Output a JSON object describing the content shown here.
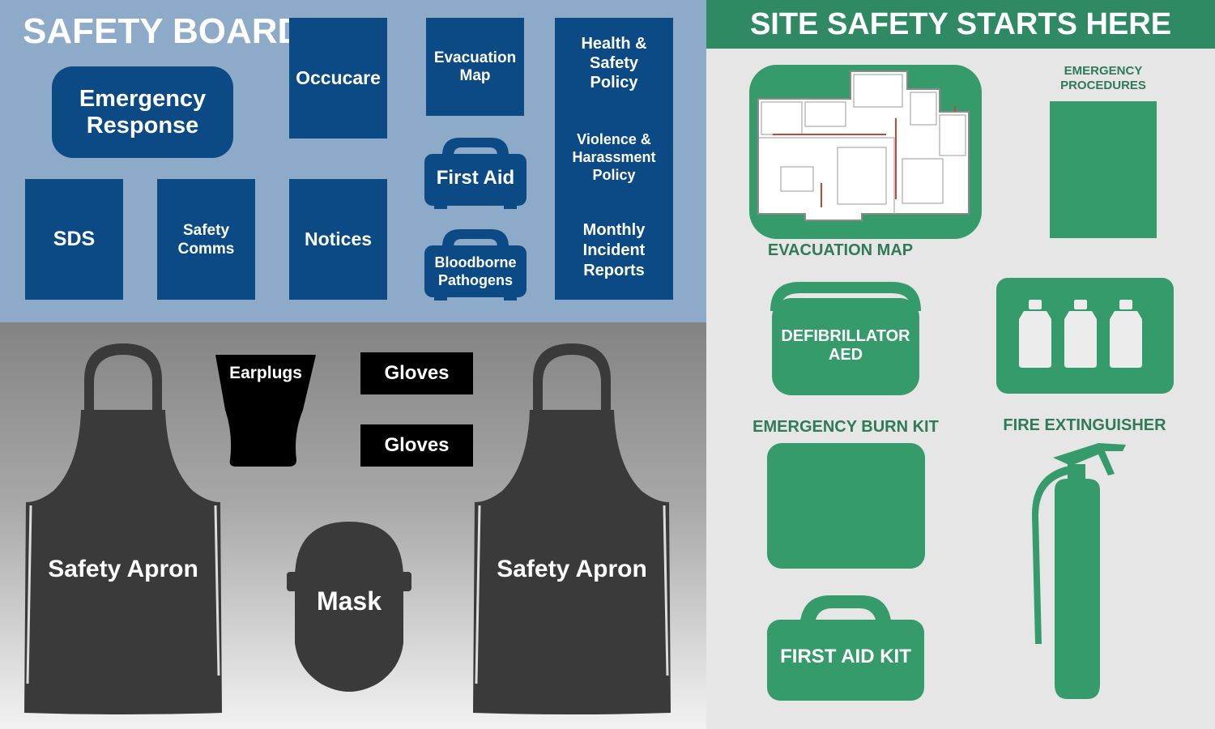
{
  "board_title": "SAFETY BOARD",
  "blue_panels": {
    "emergency_response": [
      "Emergency",
      "Response"
    ],
    "occucare": "Occucare",
    "evacuation_map": [
      "Evacuation",
      "Map"
    ],
    "health_safety_policy": [
      "Health &",
      "Safety",
      "Policy"
    ],
    "violence_policy": [
      "Violence &",
      "Harassment",
      "Policy"
    ],
    "monthly_reports": [
      "Monthly",
      "Incident",
      "Reports"
    ],
    "first_aid": "First Aid",
    "bloodborne": [
      "Bloodborne",
      "Pathogens"
    ],
    "sds": "SDS",
    "safety_comms": [
      "Safety",
      "Comms"
    ],
    "notices": "Notices"
  },
  "ppe": {
    "apron_left": "Safety Apron",
    "apron_right": "Safety Apron",
    "earplugs": "Earplugs",
    "gloves_1": "Gloves",
    "gloves_2": "Gloves",
    "mask": "Mask"
  },
  "right_panel": {
    "header": "SITE SAFETY STARTS HERE",
    "emergency_procedures": [
      "EMERGENCY",
      "PROCEDURES"
    ],
    "evacuation_map_label": "EVACUATION MAP",
    "defibrillator": [
      "DEFIBRILLATOR",
      "AED"
    ],
    "burn_kit_label": "EMERGENCY BURN KIT",
    "fire_extinguisher_label": "FIRE EXTINGUISHER",
    "first_aid_kit": "FIRST AID KIT"
  },
  "colors": {
    "board_bg": "#8daac8",
    "panel_blue": "#0b4a85",
    "ppe_dark": "#3a3a3a",
    "green": "#359b6b",
    "header_green": "#2f8a63",
    "label_green": "#2f7a57"
  }
}
